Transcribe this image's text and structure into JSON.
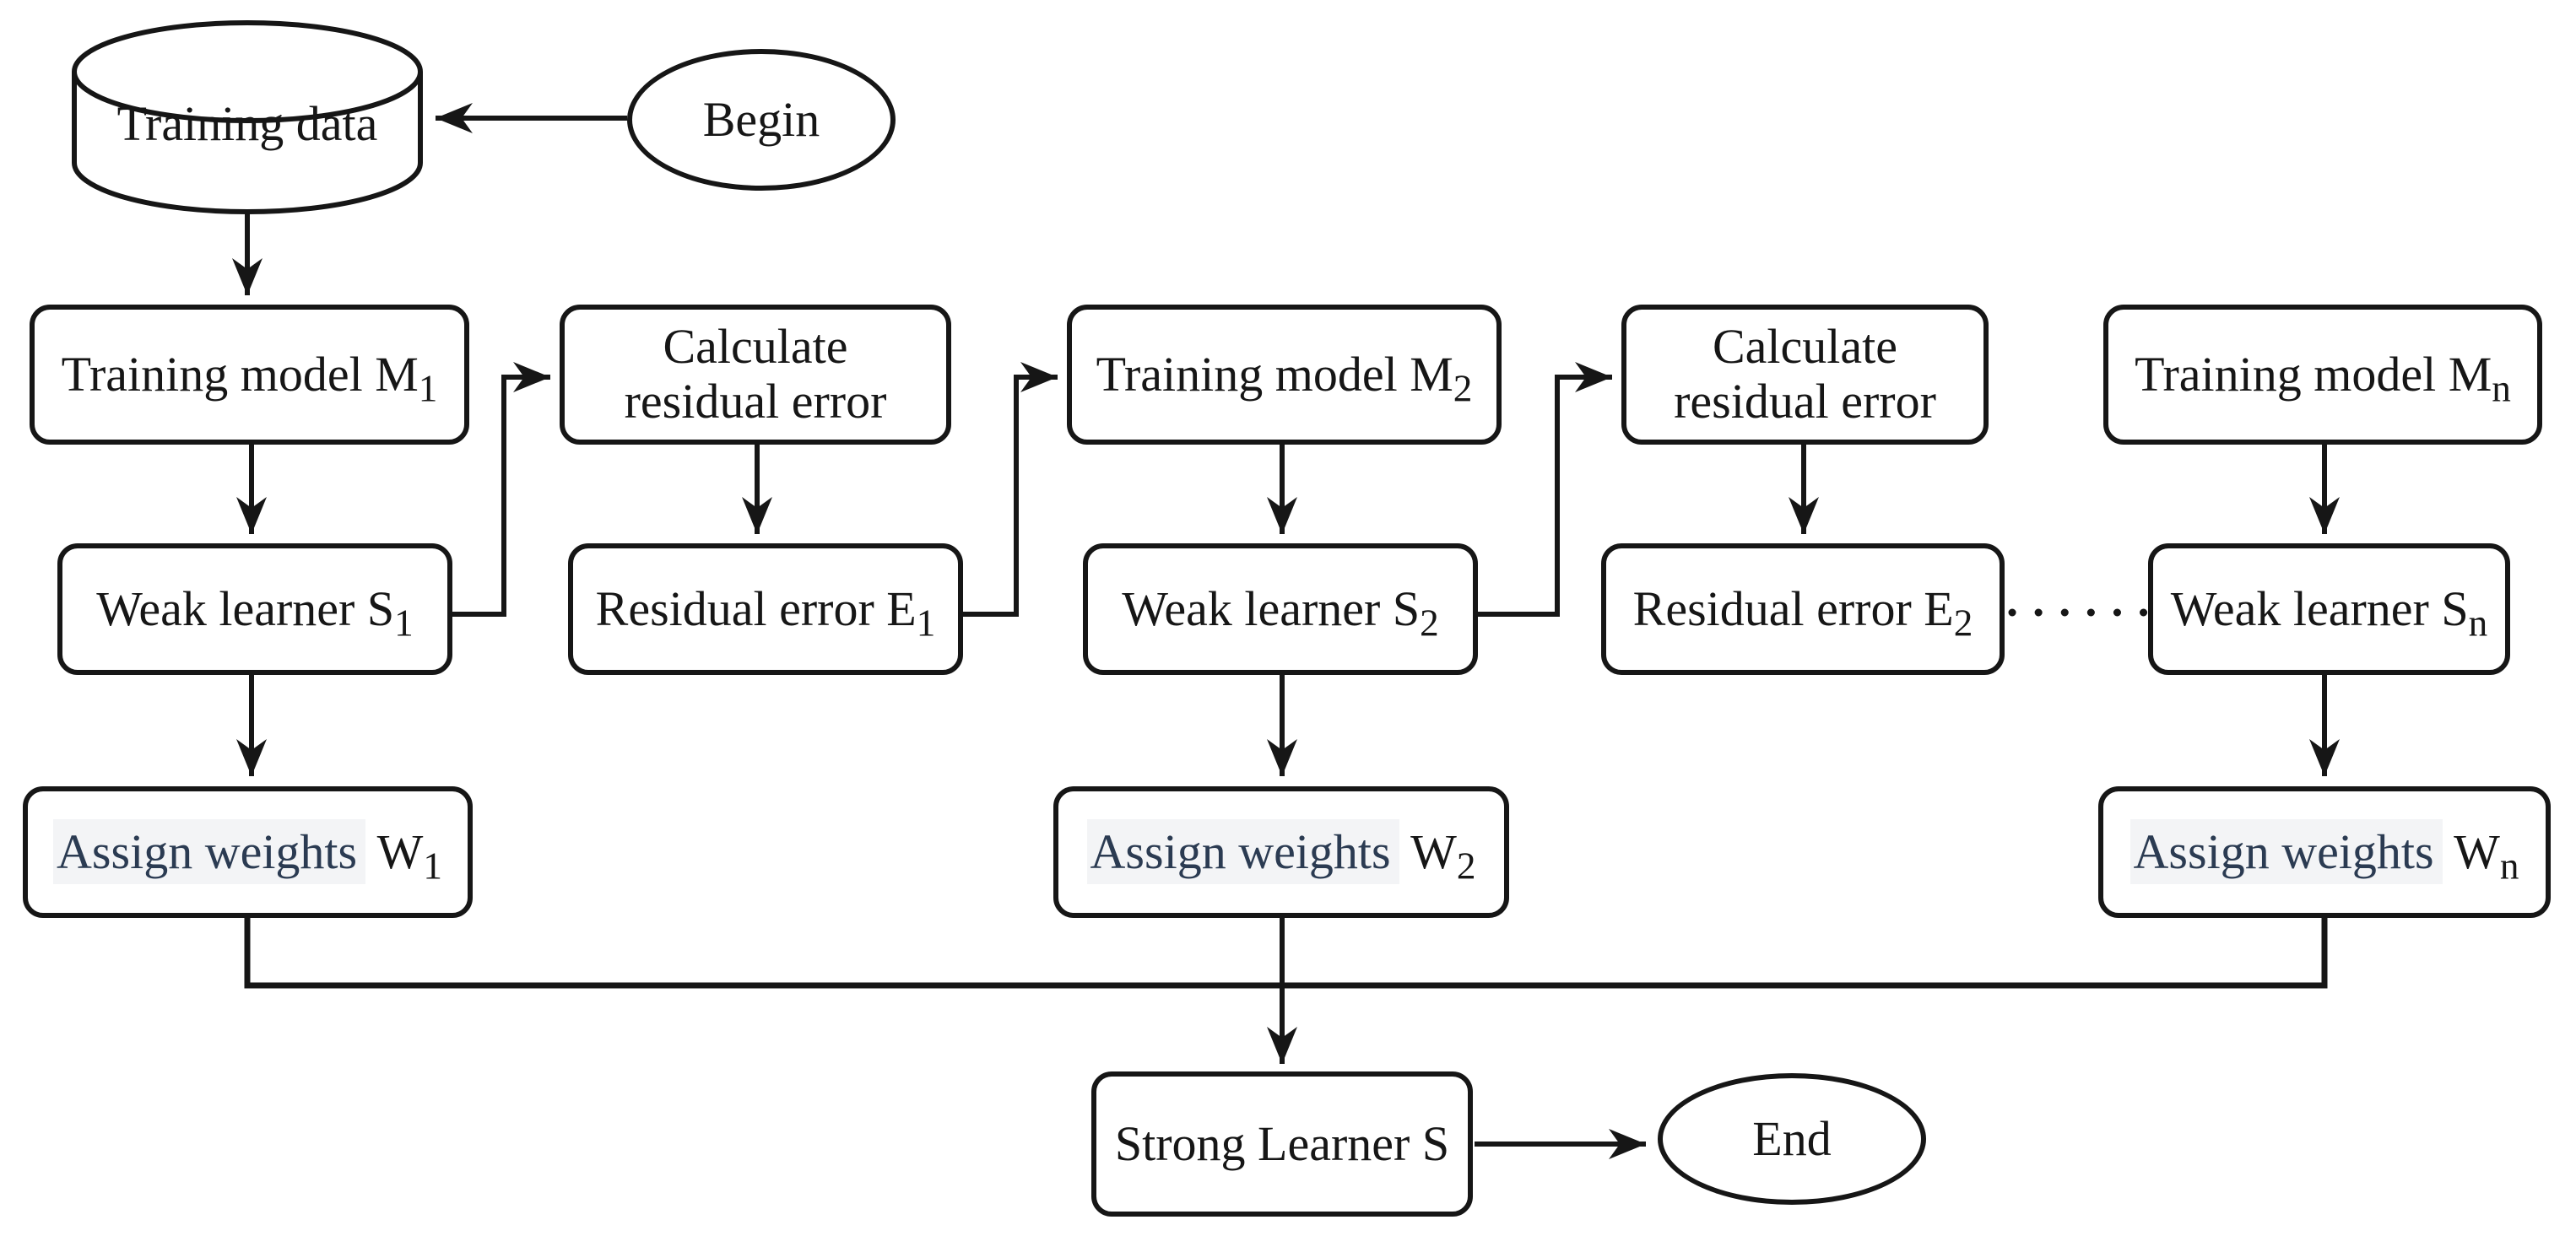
{
  "diagram": {
    "type": "flowchart",
    "colors": {
      "line": "#161616",
      "text": "#161616",
      "assign_text": "#2b3b52",
      "assign_highlight": "#f3f4f6",
      "shape_fill": "#ffffff"
    },
    "nodes": {
      "begin": {
        "label": "Begin",
        "shape": "ellipse"
      },
      "training_data": {
        "label": "Training data",
        "shape": "cylinder"
      },
      "m1": {
        "text": "Training model M",
        "sub": "1",
        "shape": "rounded-box"
      },
      "calc1": {
        "label": "Calculate residual error",
        "shape": "rounded-box"
      },
      "m2": {
        "text": "Training model M",
        "sub": "2",
        "shape": "rounded-box"
      },
      "calc2": {
        "label": "Calculate residual error",
        "shape": "rounded-box"
      },
      "mn": {
        "text": "Training model M",
        "sub": "n",
        "shape": "rounded-box"
      },
      "s1": {
        "text": "Weak learner S",
        "sub": "1",
        "shape": "rounded-box"
      },
      "e1": {
        "text": "Residual error E",
        "sub": "1",
        "shape": "rounded-box"
      },
      "s2": {
        "text": "Weak learner S",
        "sub": "2",
        "shape": "rounded-box"
      },
      "e2": {
        "text": "Residual error E",
        "sub": "2",
        "shape": "rounded-box"
      },
      "sn": {
        "text": "Weak learner S",
        "sub": "n",
        "shape": "rounded-box"
      },
      "w1": {
        "highlight": "Assign weights",
        "tail": " W",
        "sub": "1",
        "shape": "rounded-box"
      },
      "w2": {
        "highlight": "Assign weights",
        "tail": " W",
        "sub": "2",
        "shape": "rounded-box"
      },
      "wn": {
        "highlight": "Assign weights",
        "tail": " W",
        "sub": "n",
        "shape": "rounded-box"
      },
      "strong": {
        "label": "Strong Learner S",
        "shape": "rounded-box"
      },
      "end": {
        "label": "End",
        "shape": "ellipse"
      }
    },
    "edges": [
      "begin -> training_data",
      "training_data -> m1",
      "m1 -> s1",
      "s1 -> calc1",
      "calc1 -> e1",
      "e1 -> m2",
      "m2 -> s2",
      "s2 -> calc2",
      "calc2 -> e2",
      "e2 -> sn (dotted)",
      "mn -> sn",
      "s1 -> w1",
      "s2 -> w2",
      "sn -> wn",
      "w1 -> bus",
      "wn -> bus",
      "w2/bus -> strong",
      "strong -> end"
    ]
  }
}
